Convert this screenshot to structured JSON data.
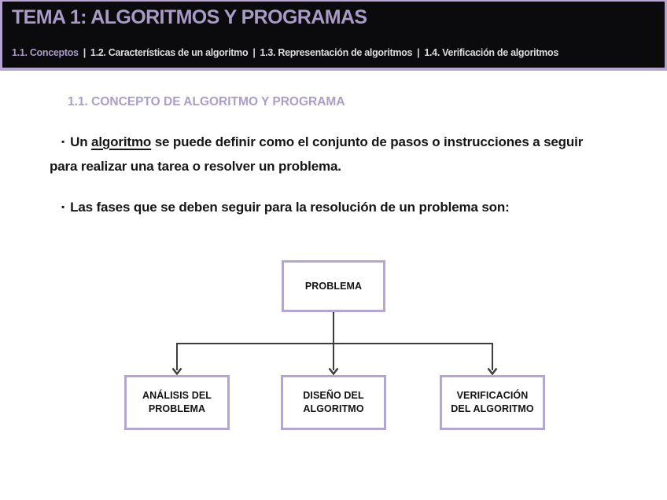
{
  "header": {
    "title": "TEMA 1: ALGORITMOS Y PROGRAMAS",
    "nav": {
      "separator": "|",
      "items": [
        {
          "label": "1.1. Conceptos",
          "active": true
        },
        {
          "label": "1.2. Características de un algoritmo",
          "active": false
        },
        {
          "label": "1.3. Representación de algoritmos",
          "active": false
        },
        {
          "label": "1.4. Verificación de algoritmos",
          "active": false
        }
      ]
    }
  },
  "section": {
    "heading": "1.1. CONCEPTO DE ALGORITMO Y PROGRAMA"
  },
  "content": {
    "bullet_char": "▪",
    "paragraph1": {
      "prefix": "Un ",
      "keyword": "algoritmo",
      "suffix": " se puede definir como el conjunto de pasos o instrucciones a seguir para realizar una tarea o resolver un problema."
    },
    "paragraph2": {
      "text": "Las fases que se deben seguir para la resolución de un problema son:"
    }
  },
  "diagram": {
    "root": {
      "label": "PROBLEMA"
    },
    "children": [
      {
        "line1": "ANÁLISIS DEL",
        "line2": "PROBLEMA"
      },
      {
        "line1": "DISEÑO DEL",
        "line2": "ALGORITMO"
      },
      {
        "line1": "VERIFICACIÓN",
        "line2": "DEL ALGORITMO"
      }
    ]
  },
  "colors": {
    "accent_lavender": "#a89bc6",
    "heading_lavender": "#ab9dc9",
    "box_border_lavender": "#b5a6d0",
    "header_background": "#0b0a0c",
    "nav_text": "#dcdcdc",
    "body_text": "#161616",
    "connector_line": "#3d3d3d"
  }
}
